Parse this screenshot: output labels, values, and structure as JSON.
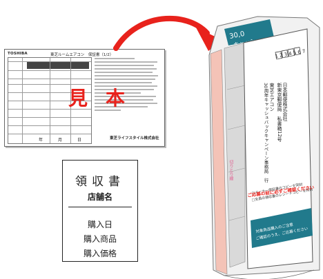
{
  "warranty": {
    "brand": "TOSHIBA",
    "title": "東芝ルームエアコン　保証書（1/2）",
    "watermark": "見本",
    "date_labels": [
      "年",
      "月",
      "日"
    ],
    "company": "東芝ライフスタイル株式会社"
  },
  "receipt": {
    "title": "領収書",
    "store": "店舗名",
    "items": [
      "購入日",
      "購入商品",
      "購入価格"
    ]
  },
  "envelope": {
    "banner_amount": "30,0",
    "banner_sub": "キャッシ",
    "code": "1234567",
    "address_lines": [
      "日本郵便株式会社",
      "新東京郵便局　私書箱12号",
      "東芝エアコン",
      "30周年キャッシュバックキャンペーン事務局　行"
    ],
    "red_title": "ご応募の前に必ずご確認ください",
    "check_items": [
      "□メーカー保証書のコピーを同封",
      "□全員の領収書のレシートコピーを同封"
    ],
    "bottom_notice": [
      "対象商品購入のご注意",
      "ご確認のうえ、ご応募ください"
    ],
    "cut_note": "切りとり線"
  },
  "colors": {
    "accent_red": "#e8221c",
    "banner_teal": "#217a8c",
    "envelope_pink": "#f4c3b7"
  }
}
